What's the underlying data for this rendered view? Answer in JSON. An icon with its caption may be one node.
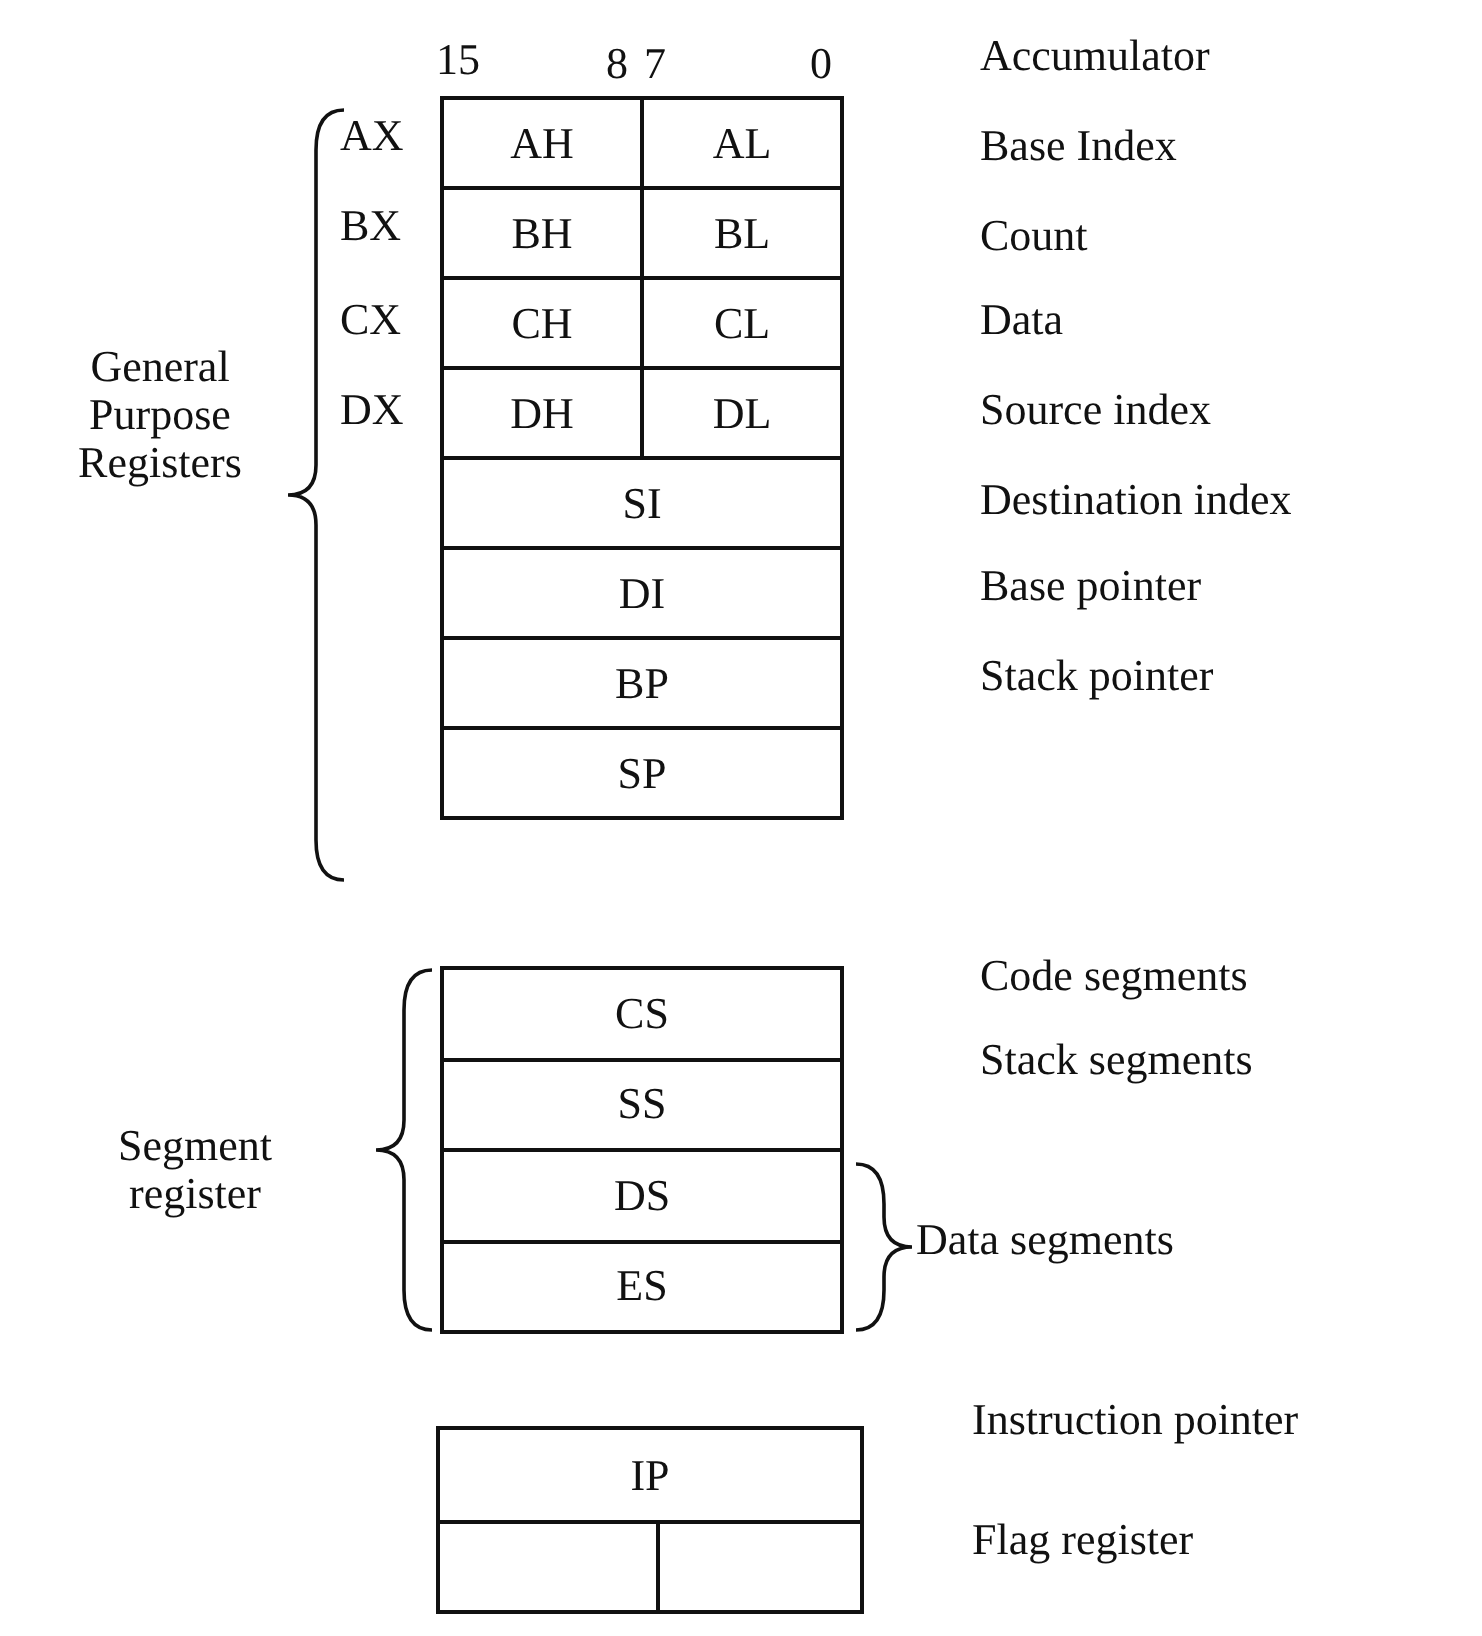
{
  "diagram": {
    "nodes": [
      {
        "text": [
          "AH"
        ]
      },
      {
        "text": [
          "AL"
        ]
      },
      {
        "text": [
          "BH"
        ]
      },
      {
        "text": [
          "BL"
        ]
      },
      {
        "text": [
          "CH"
        ]
      },
      {
        "text": [
          "CL"
        ]
      },
      {
        "text": [
          "DH"
        ]
      },
      {
        "text": [
          "DL"
        ]
      },
      {
        "text": [
          "SI"
        ]
      },
      {
        "text": [
          "DI"
        ]
      },
      {
        "text": [
          "BP"
        ]
      },
      {
        "text": [
          "SP"
        ]
      },
      {
        "text": [
          "CS"
        ]
      },
      {
        "text": [
          "SS"
        ]
      },
      {
        "text": [
          "DS"
        ]
      },
      {
        "text": [
          "ES"
        ]
      },
      {
        "text": [
          "IP"
        ]
      },
      {
        "text": [],
        "shape": "box"
      },
      {
        "text": [],
        "shape": "box"
      }
    ],
    "labels": [
      "15",
      "8",
      "7",
      "0",
      "Accumulator",
      "AX",
      "Base Index",
      "BX",
      "Count",
      "CX",
      "Data",
      "General Purpose Registers",
      "DX",
      "Source index",
      "Destination index",
      "Base pointer",
      "Stack pointer",
      "Code segments",
      "Stack segments",
      "Segment register",
      "Data segments",
      "Instruction pointer",
      "Flag register"
    ]
  }
}
